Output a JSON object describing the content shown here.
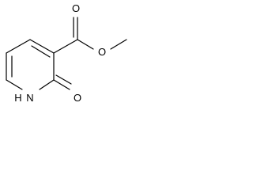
{
  "molecule": {
    "atoms": {
      "ring_nitrogen": "N",
      "ring_hydrogen": "H",
      "lactam_oxygen": "O",
      "ester_carbonyl_oxygen": "O",
      "ester_ether_oxygen": "O"
    },
    "colors": {
      "bond": "#000000",
      "label": "#000000",
      "background": "#ffffff"
    }
  }
}
